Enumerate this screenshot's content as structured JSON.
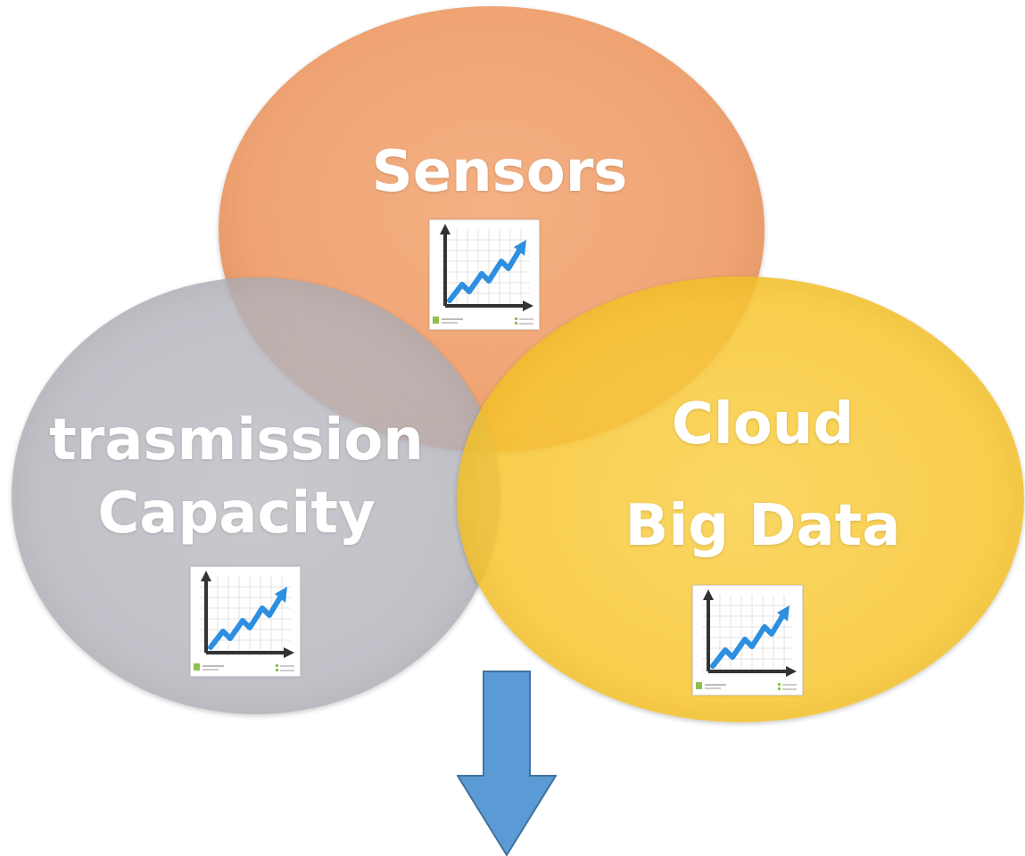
{
  "diagram": {
    "circles": [
      {
        "id": "sensors",
        "lines": [
          "Sensors"
        ],
        "color": "#F0A06E",
        "icon": "rising-chart-icon"
      },
      {
        "id": "transmission",
        "lines": [
          "trasmission",
          "Capacity"
        ],
        "color": "#B4B4BC",
        "icon": "rising-chart-icon"
      },
      {
        "id": "cloud",
        "lines": [
          "Cloud",
          "Big Data"
        ],
        "color": "#F9C62D",
        "icon": "rising-chart-icon"
      }
    ],
    "arrow": {
      "direction": "down",
      "color": "#5B9BD5",
      "icon": "down-arrow-icon"
    }
  }
}
